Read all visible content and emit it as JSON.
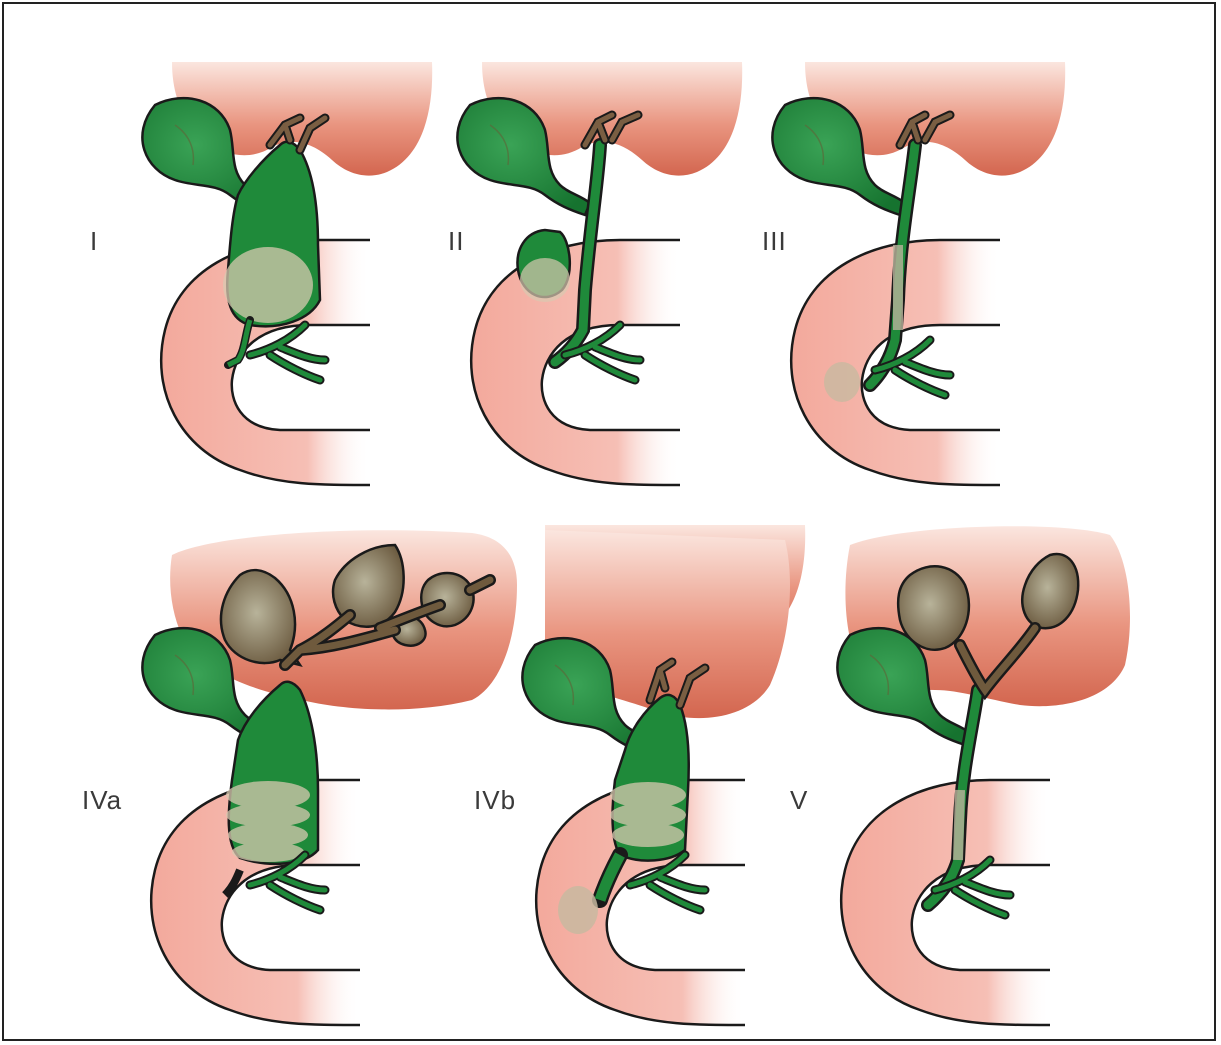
{
  "figure": {
    "panels": [
      {
        "id": "type-1",
        "label": "I"
      },
      {
        "id": "type-2",
        "label": "II"
      },
      {
        "id": "type-3",
        "label": "III"
      },
      {
        "id": "type-4a",
        "label": "IVa"
      },
      {
        "id": "type-4b",
        "label": "IVb"
      },
      {
        "id": "type-5",
        "label": "V"
      }
    ],
    "colors": {
      "liver": "#d9705a",
      "duodenum": "#f1a79b",
      "bile_duct": "#1f8a3a",
      "intrahepatic_duct": "#7a6a4e",
      "outline": "#1a1a1a"
    }
  }
}
